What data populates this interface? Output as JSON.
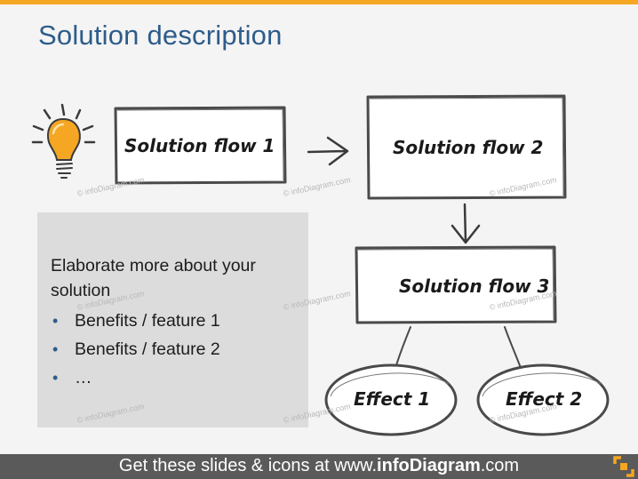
{
  "slide": {
    "title": "Solution description"
  },
  "diagram": {
    "flow1": "Solution flow 1",
    "flow2": "Solution flow 2",
    "flow3": "Solution flow 3",
    "effect1": "Effect 1",
    "effect2": "Effect 2",
    "watermark": "© infoDiagram.com"
  },
  "panel": {
    "lead": "Elaborate more about your solution",
    "bullet_marker": "•",
    "bullets": [
      "Benefits / feature 1",
      "Benefits / feature 2",
      "…"
    ]
  },
  "footer": {
    "prefix": "Get these slides & icons at www.",
    "brand": "infoDiagram",
    "suffix": ".com"
  },
  "colors": {
    "accent": "#f5a623",
    "title": "#2e5c8a",
    "bulb": "#f5a623",
    "footer_bg": "#5a5a5a",
    "panel_bg": "#dcdcdc"
  }
}
